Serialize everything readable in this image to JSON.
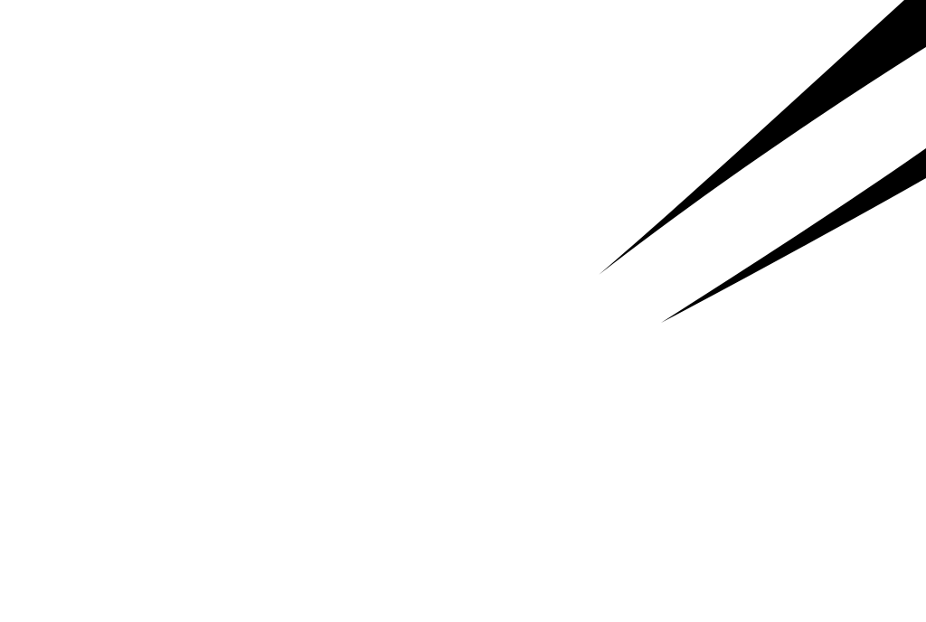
{
  "canvas": {
    "background_color": "#ffffff",
    "stroke_color": "#000000",
    "shapes": [
      {
        "name": "upper-spike-shape",
        "icon": "tapered-spike"
      },
      {
        "name": "lower-spike-shape",
        "icon": "tapered-spike"
      }
    ]
  }
}
